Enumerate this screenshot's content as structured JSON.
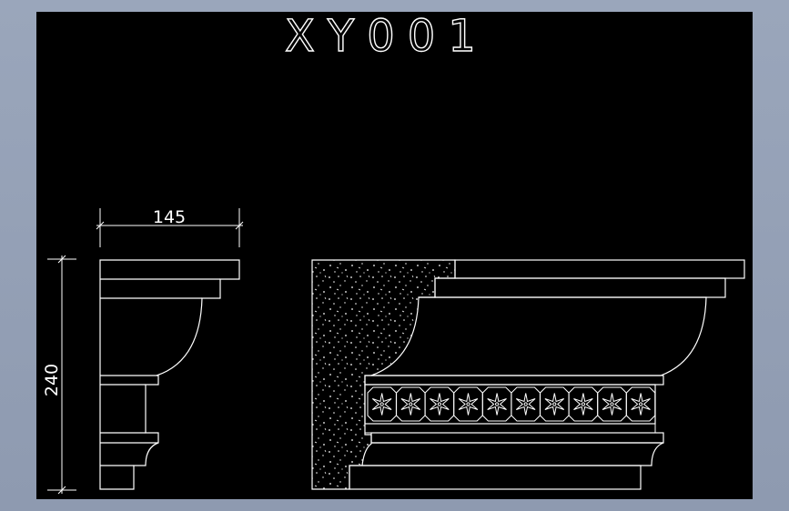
{
  "drawing": {
    "title": "XY001",
    "dimensions": {
      "width_label": "145",
      "height_label": "240"
    }
  },
  "colors": {
    "canvas": "#000000",
    "frame": "#9aa6bb",
    "line": "#ffffff"
  }
}
